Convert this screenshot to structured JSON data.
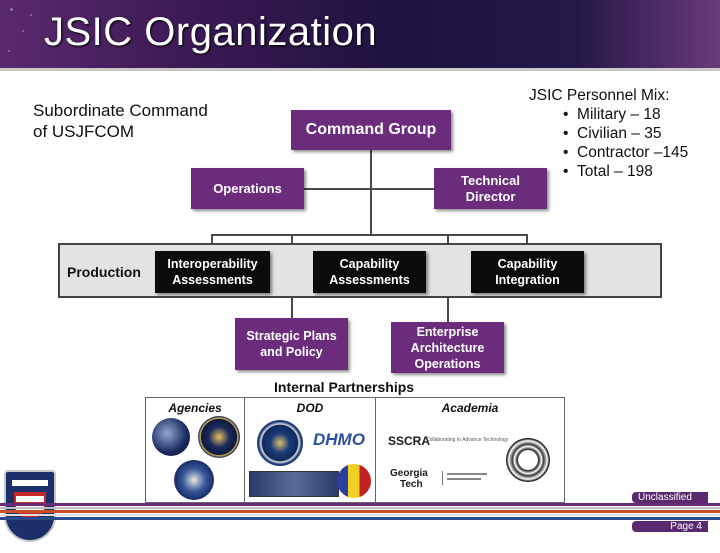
{
  "title": "JSIC Organization",
  "subtitle_line1": "Subordinate Command",
  "subtitle_line2": "of USJFCOM",
  "personnel": {
    "heading": "JSIC Personnel Mix:",
    "items": [
      "Military – 18",
      "Civilian – 35",
      "Contractor –145",
      "Total – 198"
    ]
  },
  "org": {
    "command_group": "Command Group",
    "operations": "Operations",
    "technical_director": "Technical Director",
    "production_label": "Production",
    "interoperability": "Interoperability Assessments",
    "capability_assessments": "Capability Assessments",
    "capability_integration": "Capability Integration",
    "strategic_plans": "Strategic Plans and Policy",
    "enterprise_architecture": "Enterprise Architecture Operations"
  },
  "partnerships": {
    "heading": "Internal Partnerships",
    "agencies": "Agencies",
    "dod": "DOD",
    "academia": "Academia",
    "dhmo_logo": "DHMO",
    "sscra_logo": "SSCRA",
    "sscra_tag": "Collaborating to Advance Technology",
    "georgia_tech_line1": "Georgia",
    "georgia_tech_line2": "Tech"
  },
  "footer": {
    "classification": "Unclassified",
    "page": "Page 4"
  },
  "colors": {
    "purple_box": "#6b2c7c",
    "black_box": "#0b0b0b",
    "title_bar": "#2a1a4a"
  }
}
